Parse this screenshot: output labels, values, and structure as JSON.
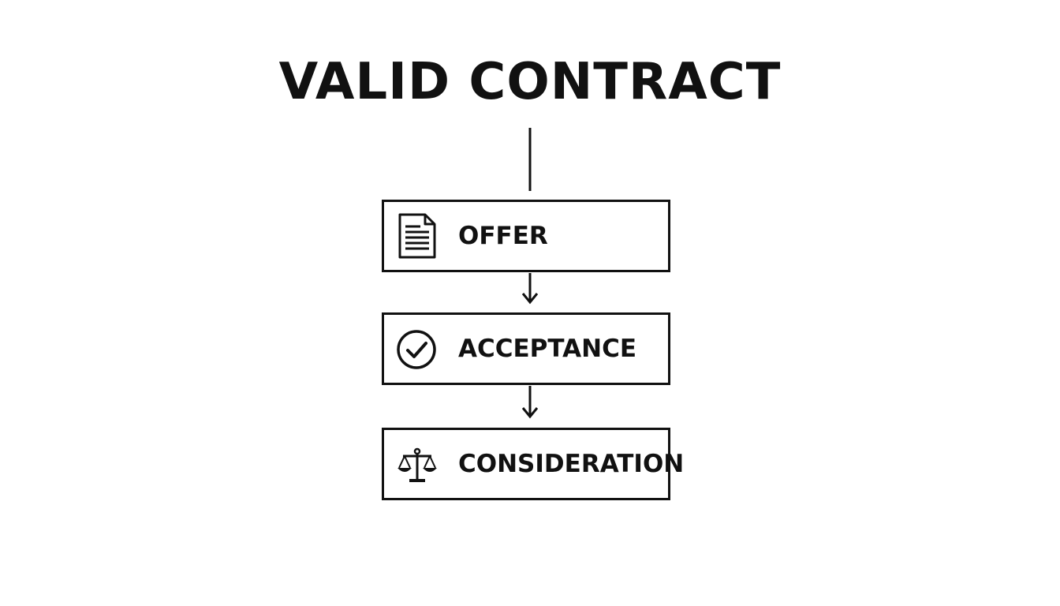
{
  "diagram": {
    "title": "VALID CONTRACT",
    "steps": [
      {
        "label": "OFFER",
        "icon": "document-icon"
      },
      {
        "label": "ACCEPTANCE",
        "icon": "check-circle-icon"
      },
      {
        "label": "CONSIDERATION",
        "icon": "scales-icon"
      }
    ]
  }
}
